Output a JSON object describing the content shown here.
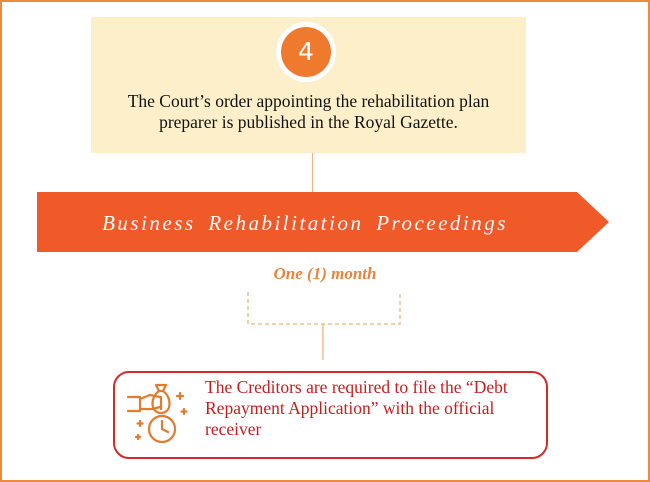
{
  "step": {
    "number": "4",
    "text": "The Court’s order appointing the rehabilitation plan preparer is published in the Royal Gazette."
  },
  "banner": {
    "label": "Business Rehabilitation Proceedings"
  },
  "duration": {
    "label": "One (1) month"
  },
  "creditors": {
    "text": "The Creditors are required to file the “Debt Repayment Application” with the official receiver",
    "icon": "hand-money-bag-clock-icon"
  },
  "colors": {
    "accent_orange": "#ef7a2e",
    "banner_orange": "#f05a28",
    "box_fill": "#fcefc9",
    "creditor_red": "#d42a2a",
    "frame": "#ef8a3c"
  }
}
